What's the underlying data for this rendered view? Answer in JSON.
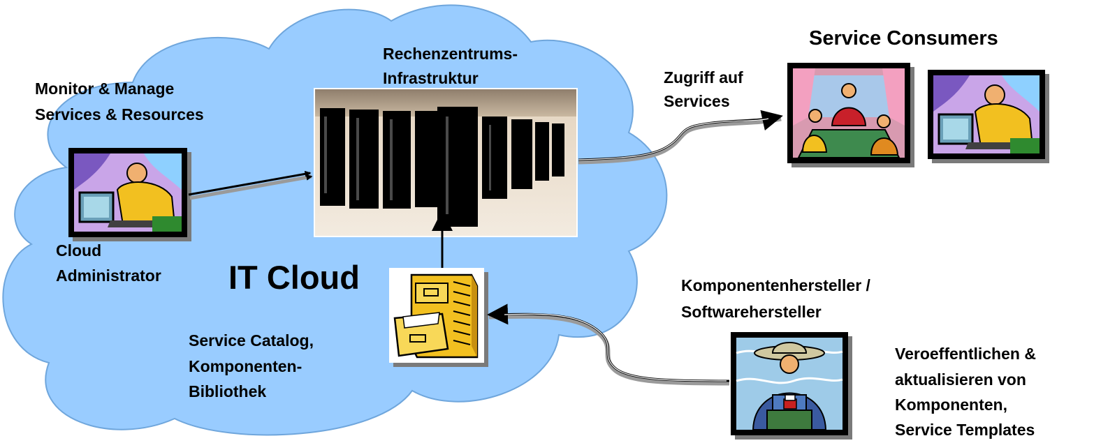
{
  "labels": {
    "monitor_line1": "Monitor & Manage",
    "monitor_line2": "Services & Resources",
    "datacenter_line1": "Rechenzentrums-",
    "datacenter_line2": "Infrastruktur",
    "access_line1": "Zugriff auf",
    "access_line2": "Services",
    "consumers_title": "Service Consumers",
    "admin_line1": "Cloud",
    "admin_line2": "Administrator",
    "cloud_title": "IT Cloud",
    "vendor_line1": "Komponentenhersteller /",
    "vendor_line2": "Softwarehersteller",
    "catalog_line1": "Service Catalog,",
    "catalog_line2": "Komponenten-",
    "catalog_line3": "Bibliothek",
    "publish_line1": "Veroeffentlichen &",
    "publish_line2": "aktualisieren von",
    "publish_line3": "Komponenten,",
    "publish_line4": "Service Templates"
  },
  "colors": {
    "cloud_fill": "#99ccff",
    "cloud_stroke": "#6fa6dc",
    "arrow": "#000000"
  },
  "icons": {
    "admin": "person-at-computer-icon",
    "datacenter": "server-racks-photo",
    "meeting": "people-meeting-icon",
    "consumer": "person-at-computer-icon",
    "catalog": "file-cabinet-icon",
    "vendor": "farmer-icon"
  }
}
